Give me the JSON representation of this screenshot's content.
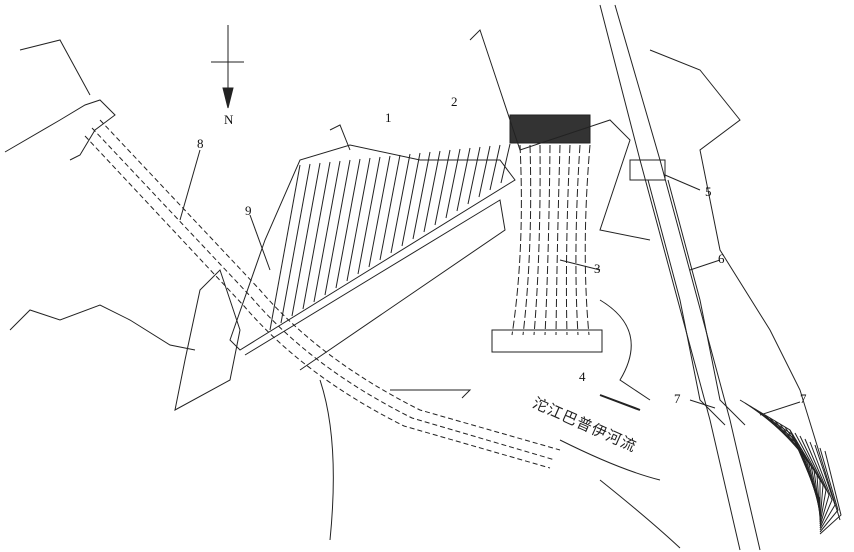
{
  "labels": {
    "l1": "1",
    "l2": "2",
    "l3": "3",
    "l4": "4",
    "l5": "5",
    "l6": "6",
    "l7a": "7",
    "l7b": "7",
    "l8": "8",
    "l9": "9"
  },
  "north": "N",
  "river_text": "沱江巴普伊河流"
}
